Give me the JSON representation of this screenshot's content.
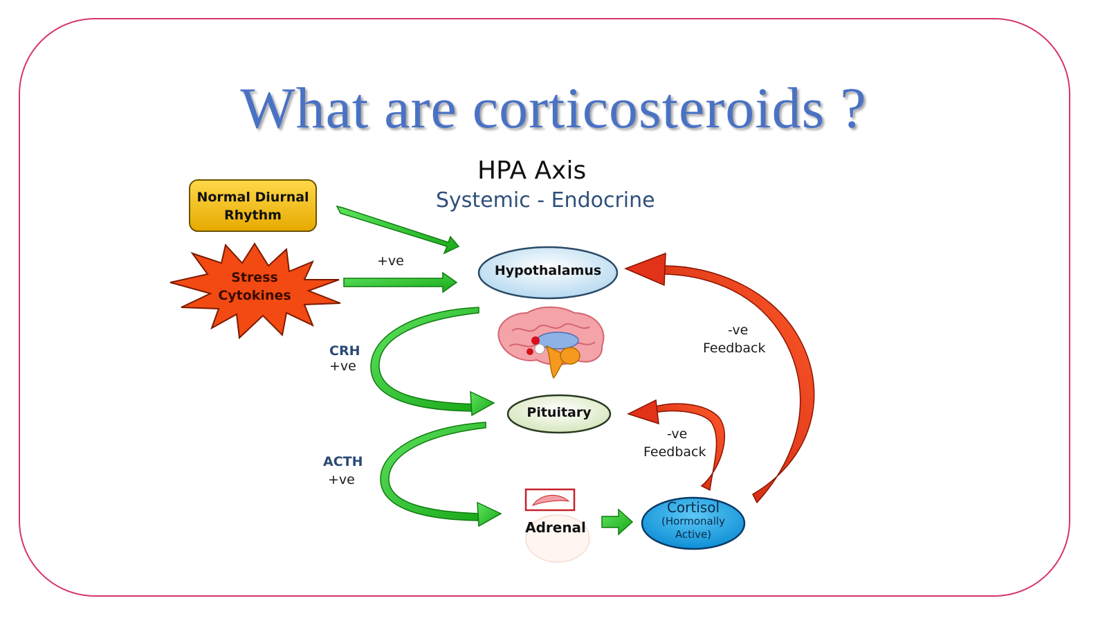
{
  "slide": {
    "title": "What are corticosteroids ?"
  },
  "diagram": {
    "title": "HPA Axis",
    "subtitle": "Systemic - Endocrine",
    "nodes": {
      "normal_diurnal_rhythm": {
        "line1": "Normal Diurnal",
        "line2": "Rhythm"
      },
      "stress_cytokines": {
        "line1": "Stress",
        "line2": "Cytokines"
      },
      "hypothalamus": {
        "label": "Hypothalamus"
      },
      "pituitary": {
        "label": "Pituitary"
      },
      "adrenal": {
        "label": "Adrenal"
      },
      "cortisol": {
        "label": "Cortisol",
        "note_line1": "(Hormonally",
        "note_line2": "Active)"
      }
    },
    "edge_labels": {
      "stress_positive": "+ve",
      "crh": "CRH",
      "crh_positive": "+ve",
      "acth": "ACTH",
      "acth_positive": "+ve",
      "feedback_pituitary_sign": "-ve",
      "feedback_pituitary_word": "Feedback",
      "feedback_hypothalamus_sign": "-ve",
      "feedback_hypothalamus_word": "Feedback"
    },
    "icons": {
      "brain": "brain-icon",
      "adrenal": "adrenal-gland-icon"
    },
    "colors": {
      "title": "#4a72c4",
      "frame": "#d6336c",
      "stimulus_arrow": "#2fbf2f",
      "feedback_arrow": "#e2321a",
      "rhythm_box": "#f5c200",
      "stress_burst": "#f24a12",
      "hypothalamus": "#cfe6f5",
      "pituitary": "#e6f0d2",
      "cortisol": "#1aa3e8"
    }
  }
}
